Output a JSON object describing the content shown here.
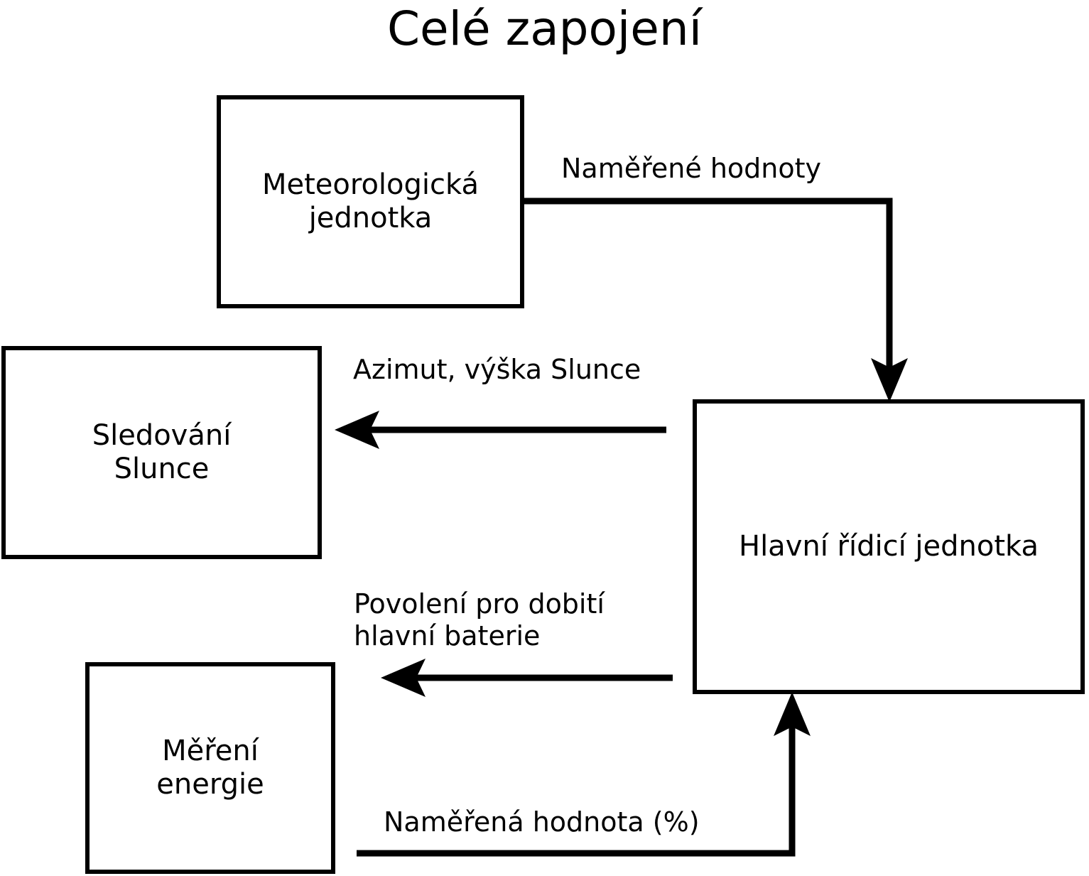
{
  "diagram": {
    "title": "Celé zapojení",
    "type": "block-diagram",
    "background_color": "#ffffff",
    "line_color": "#000000",
    "nodes": [
      {
        "id": "meteo",
        "label": "Meteorologická\njednotka",
        "label_line1": "Meteorologická",
        "label_line2": "jednotka"
      },
      {
        "id": "sun",
        "label": "Sledování\nSlunce",
        "label_line1": "Sledování",
        "label_line2": "Slunce"
      },
      {
        "id": "main",
        "label": "Hlavní řídicí jednotka",
        "label_line1": "Hlavní řídicí jednotka",
        "label_line2": ""
      },
      {
        "id": "energy",
        "label": "Měření\nenergie",
        "label_line1": "Měření",
        "label_line2": "energie"
      }
    ],
    "edges": [
      {
        "id": "measured-values",
        "from": "meteo",
        "to": "main",
        "label": "Naměřené hodnoty",
        "label_line1": "Naměřené hodnoty",
        "label_line2": ""
      },
      {
        "id": "azimuth",
        "from": "main",
        "to": "sun",
        "label": "Azimut, výška Slunce",
        "label_line1": "Azimut, výška Slunce",
        "label_line2": ""
      },
      {
        "id": "charge-permission",
        "from": "main",
        "to": "energy",
        "label": "Povolení pro dobití\nhlavní baterie",
        "label_line1": "Povolení pro dobití",
        "label_line2": "hlavní baterie"
      },
      {
        "id": "measured-percent",
        "from": "energy",
        "to": "main",
        "label": "Naměřená hodnota (%)",
        "label_line1": "Naměřená hodnota (%)",
        "label_line2": ""
      }
    ]
  }
}
